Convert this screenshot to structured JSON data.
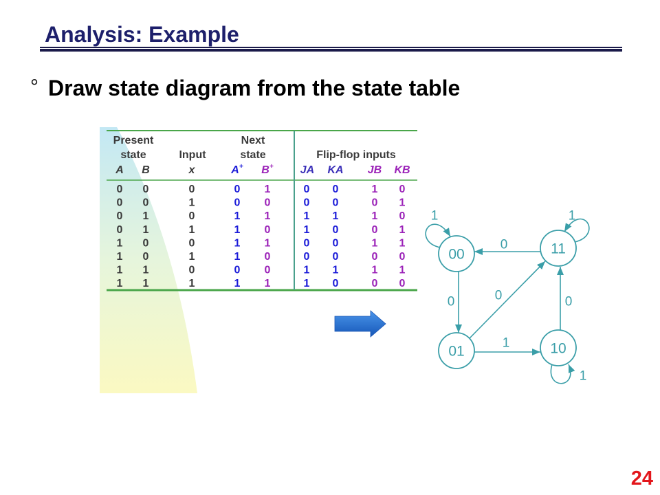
{
  "slide": {
    "title": "Analysis: Example",
    "bullet_symbol": "°",
    "bullet_text": "Draw state diagram from the state table",
    "page_number": "24"
  },
  "state_table": {
    "group_headers": {
      "present_state": [
        "Present",
        "state"
      ],
      "input": "Input",
      "next_state": [
        "Next",
        "state"
      ],
      "flip_flop_inputs": "Flip-flop inputs"
    },
    "column_headers": {
      "A": "A",
      "B": "B",
      "x": "x",
      "A_next": {
        "base": "A",
        "sup": "+"
      },
      "B_next": {
        "base": "B",
        "sup": "+"
      },
      "JA": "JA",
      "KA": "KA",
      "JB": "JB",
      "KB": "KB"
    },
    "rows": [
      [
        "0",
        "0",
        "0",
        "0",
        "1",
        "0",
        "0",
        "1",
        "0"
      ],
      [
        "0",
        "0",
        "1",
        "0",
        "0",
        "0",
        "0",
        "0",
        "1"
      ],
      [
        "0",
        "1",
        "0",
        "1",
        "1",
        "1",
        "1",
        "1",
        "0"
      ],
      [
        "0",
        "1",
        "1",
        "1",
        "0",
        "1",
        "0",
        "0",
        "1"
      ],
      [
        "1",
        "0",
        "0",
        "1",
        "1",
        "0",
        "0",
        "1",
        "1"
      ],
      [
        "1",
        "0",
        "1",
        "1",
        "0",
        "0",
        "0",
        "0",
        "0"
      ],
      [
        "1",
        "1",
        "0",
        "0",
        "0",
        "1",
        "1",
        "1",
        "1"
      ],
      [
        "1",
        "1",
        "1",
        "1",
        "1",
        "1",
        "0",
        "0",
        "0"
      ]
    ]
  },
  "state_diagram": {
    "states": [
      "00",
      "01",
      "10",
      "11"
    ],
    "transitions": [
      {
        "from": 0,
        "to": 0,
        "label": "1"
      },
      {
        "from": 0,
        "to": 1,
        "label": "0"
      },
      {
        "from": 1,
        "to": 3,
        "label": "0"
      },
      {
        "from": 1,
        "to": 2,
        "label": "1"
      },
      {
        "from": 2,
        "to": 3,
        "label": "0"
      },
      {
        "from": 2,
        "to": 2,
        "label": "1"
      },
      {
        "from": 3,
        "to": 0,
        "label": "0"
      },
      {
        "from": 3,
        "to": 3,
        "label": "1"
      }
    ]
  },
  "icons": {
    "block_arrow": "right-arrow-icon"
  },
  "colors": {
    "title": "#1d1f6b",
    "rule": "#1a1a4a",
    "table_lines": "#4aa64a",
    "header_text": "#3a3a3a",
    "a_columns": "#1a1ad8",
    "b_columns": "#9b22b8",
    "diagram": "#3a9ea8",
    "arrow": "#1a55b4",
    "page_number": "#e3161b"
  }
}
